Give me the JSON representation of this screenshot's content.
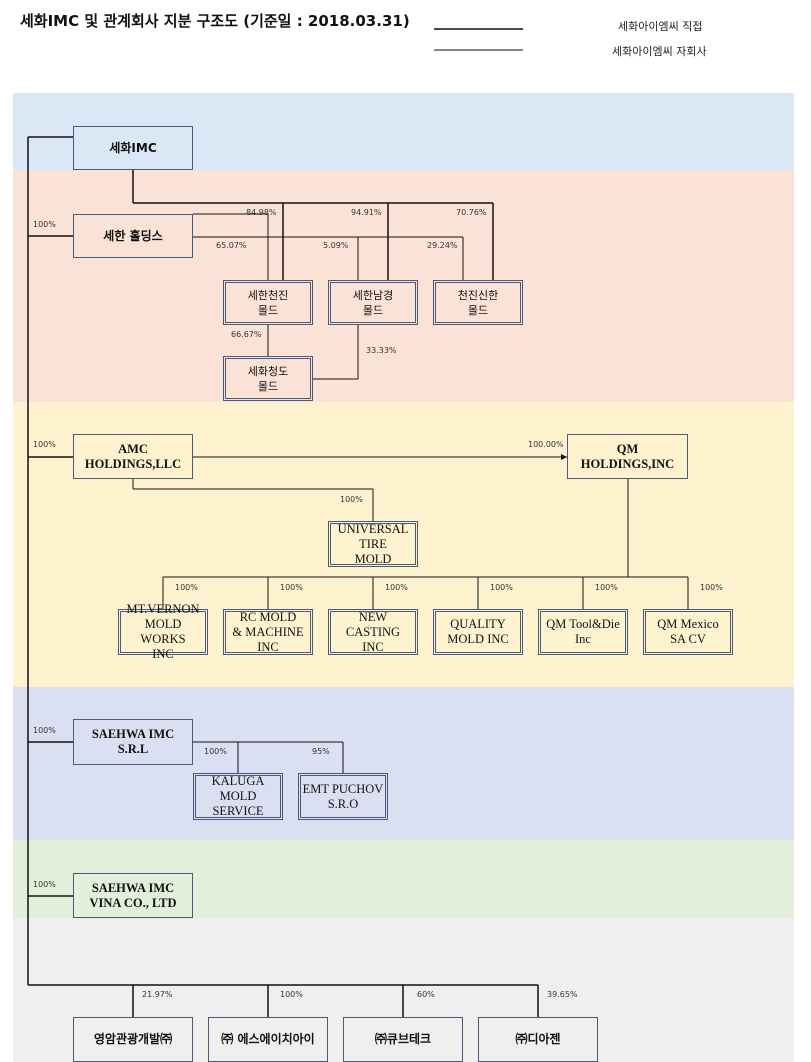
{
  "title": "세화IMC 및 관계회사 지분 구조도 (기준일 : 2018.03.31)",
  "legend": {
    "direct": "세화아이엠씨 직접",
    "subsidiary": "세화아이엠씨 자회사"
  },
  "colors": {
    "blue": "#dbe7f4",
    "peach": "#fbe2d6",
    "yellow": "#fef2cf",
    "lavender": "#dae0f1",
    "green": "#e2efda",
    "gray": "#efefef",
    "line": "#111111",
    "border": "#4a5a7a"
  },
  "boxes": {
    "sehwa_imc": "세화IMC",
    "sehan_holdings": "세한 홀딩스",
    "sehan_cheonjin": "세한천진\n몰드",
    "sehan_namgyeong": "세한남경\n몰드",
    "cheonjin_sinhan": "천진신한\n몰드",
    "sehwa_cheongdo": "세화청도\n몰드",
    "amc": "AMC\nHOLDINGS,LLC",
    "qm_holdings": "QM\nHOLDINGS,INC",
    "universal": "UNIVERSAL\nTIRE\nMOLD",
    "mt_vernon": "MT.VERNON\nMOLD WORKS\nINC",
    "rc_mold": "RC MOLD\n& MACHINE\nINC",
    "new_casting": "NEW CASTING\nINC",
    "quality": "QUALITY\nMOLD INC",
    "qm_tool": "QM Tool&Die\nInc",
    "qm_mexico": "QM Mexico\nSA CV",
    "sehwa_srl": "SAEHWA IMC\nS.R.L",
    "kaluga": "KALUGA\nMOLD\nSERVICE",
    "emt": "EMT PUCHOV\nS.R.O",
    "vina": "SAEHWA IMC\nVINA CO., LTD",
    "yeongam": "영암관광개발㈜",
    "esh": "㈜ 에스에이치아이",
    "cubtech": "㈜큐브테크",
    "diagen": "㈜디아젠"
  },
  "percents": {
    "p_holdings": "100%",
    "p_84": "84.98%",
    "p_94": "94.91%",
    "p_70": "70.76%",
    "p_65": "65.07%",
    "p_5": "5.09%",
    "p_29": "29.24%",
    "p_66": "66.67%",
    "p_33": "33.33%",
    "p_amc": "100%",
    "p_qm": "100.00%",
    "p_universal": "100%",
    "p_mt": "100%",
    "p_rc": "100%",
    "p_nc": "100%",
    "p_quality": "100%",
    "p_tool": "100%",
    "p_mexico": "100%",
    "p_srl": "100%",
    "p_kaluga": "100%",
    "p_emt": "95%",
    "p_vina": "100%",
    "p_yeongam": "21.97%",
    "p_esh": "100%",
    "p_cubtech": "60%",
    "p_diagen": "39.65%"
  }
}
